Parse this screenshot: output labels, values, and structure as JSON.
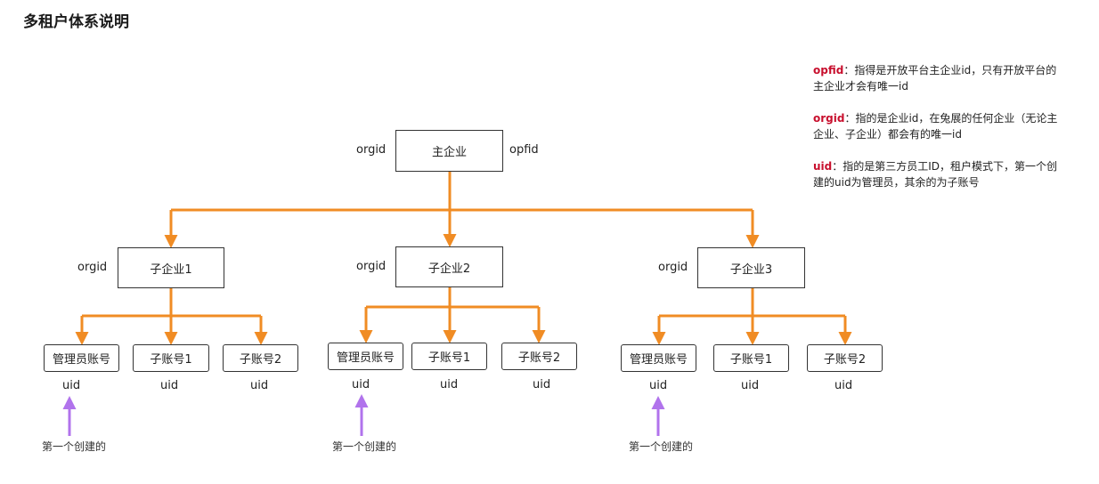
{
  "title": "多租户体系说明",
  "colors": {
    "connector": "#f08c24",
    "pointer": "#b173ec",
    "term": "#c8102e",
    "box_border": "#333333"
  },
  "root": {
    "name": "主企业",
    "left_label": "orgid",
    "right_label": "opfid"
  },
  "branches": [
    {
      "name": "子企业1",
      "label": "orgid",
      "children": [
        {
          "name": "管理员账号",
          "under": "uid"
        },
        {
          "name": "子账号1",
          "under": "uid"
        },
        {
          "name": "子账号2",
          "under": "uid"
        }
      ],
      "pointer_note": "第一个创建的"
    },
    {
      "name": "子企业2",
      "label": "orgid",
      "children": [
        {
          "name": "管理员账号",
          "under": "uid"
        },
        {
          "name": "子账号1",
          "under": "uid"
        },
        {
          "name": "子账号2",
          "under": "uid"
        }
      ],
      "pointer_note": "第一个创建的"
    },
    {
      "name": "子企业3",
      "label": "orgid",
      "children": [
        {
          "name": "管理员账号",
          "under": "uid"
        },
        {
          "name": "子账号1",
          "under": "uid"
        },
        {
          "name": "子账号2",
          "under": "uid"
        }
      ],
      "pointer_note": "第一个创建的"
    }
  ],
  "legend": [
    {
      "term": "opfid",
      "lines": [
        "：指得是开放平台主企业id，只有开放平台的",
        "主企业才会有唯一id"
      ]
    },
    {
      "term": "orgid",
      "lines": [
        "：指的是企业id，在兔展的任何企业（无论主",
        "企业、子企业）都会有的唯一id"
      ]
    },
    {
      "term": "uid",
      "lines": [
        "：指的是第三方员工ID，租户模式下，第一个创",
        "建的uid为管理员，其余的为子账号"
      ]
    }
  ]
}
